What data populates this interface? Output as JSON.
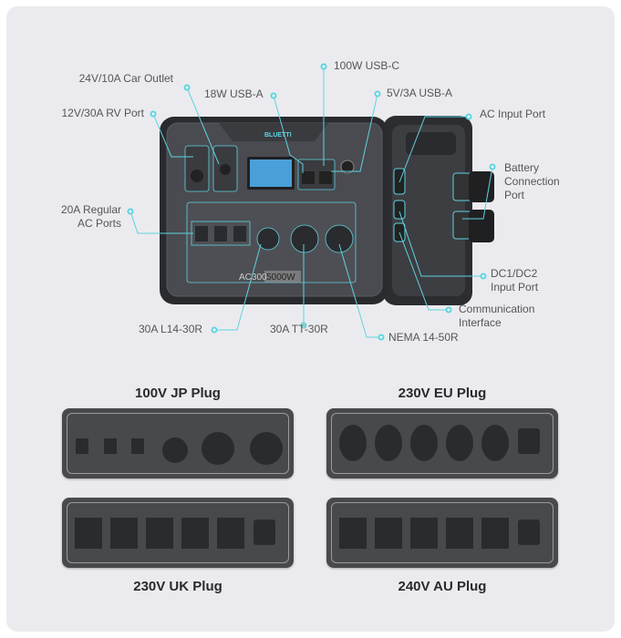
{
  "colors": {
    "accent": "#5fd3e0",
    "background": "#ebebef",
    "device": "#3a3b3f"
  },
  "device": {
    "logo": "BLUETTI",
    "model": "AC300",
    "power": "5000W"
  },
  "callouts": {
    "car_outlet": "24V/10A Car Outlet",
    "rv_port": "12V/30A RV Port",
    "usb_a_18w": "18W USB-A",
    "usb_c": "100W USB-C",
    "usb_a_5v": "5V/3A USB-A",
    "ac_input": "AC Input Port",
    "battery_line1": "Battery",
    "battery_line2": "Connection",
    "battery_line3": "Port",
    "ac_ports_line1": "20A Regular",
    "ac_ports_line2": "AC Ports",
    "dc_line1": "DC1/DC2",
    "dc_line2": "Input Port",
    "comm_line1": "Communication",
    "comm_line2": "Interface",
    "l14": "30A L14-30R",
    "tt": "30A TT-30R",
    "nema": "NEMA 14-50R"
  },
  "plug_variants": [
    {
      "title": "100V JP Plug"
    },
    {
      "title": "230V EU Plug"
    },
    {
      "title": "230V UK Plug"
    },
    {
      "title": "240V AU Plug"
    }
  ]
}
